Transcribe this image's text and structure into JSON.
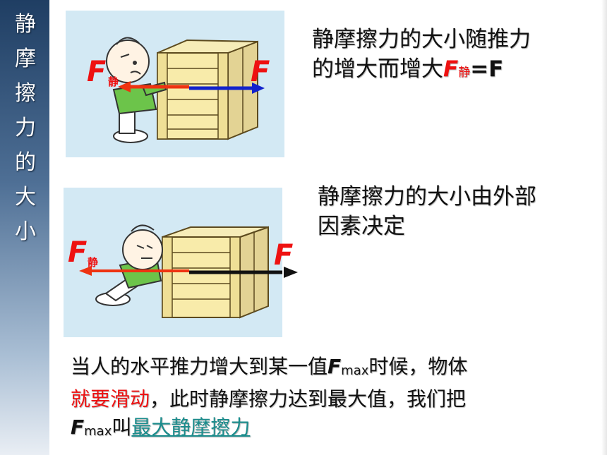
{
  "sidebar": {
    "title_chars": [
      "静",
      "摩",
      "擦",
      "力",
      "的",
      "大",
      "小"
    ]
  },
  "panel1": {
    "label_left": "F",
    "label_left_sub": "静",
    "label_right": "F",
    "text_line1": "静摩擦力的大小随推力",
    "text_line2": "的增大而增大",
    "eq_f": "F",
    "eq_sub": "静",
    "eq_rest": "=F"
  },
  "panel2": {
    "label_left": "F",
    "label_left_sub": "静",
    "label_right": "F",
    "text_line1": "静摩擦力的大小由外部",
    "text_line2": "因素决定"
  },
  "bottom": {
    "part1": "当人的水平推力增大到某一值",
    "fmax_f": "F",
    "fmax_sub": "max",
    "part2": "时候，物体",
    "red_text": "就要滑动",
    "part3": "，此时静摩擦力达到最大值，我们把",
    "fmax2_f": "F",
    "fmax2_sub": "max",
    "part4": "叫",
    "link_text": "最大静摩擦力"
  },
  "colors": {
    "sidebar_top": "#1f3e63",
    "panel_bg": "#d3e9f4",
    "arrow_red": "#ee3311",
    "arrow_blue": "#1122cc",
    "arrow_black": "#111111",
    "text_red": "#ee1111",
    "link": "#1a8c8c"
  }
}
